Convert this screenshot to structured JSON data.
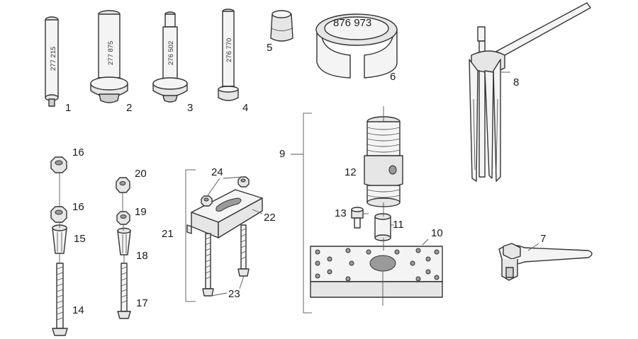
{
  "stamps": {
    "p1": "277 215",
    "p2": "277 875",
    "p3": "276 502",
    "p4": "276 770",
    "p6": "876 973"
  },
  "callouts": {
    "c1": "1",
    "c2": "2",
    "c3": "3",
    "c4": "4",
    "c5": "5",
    "c6": "6",
    "c7": "7",
    "c8": "8",
    "c9": "9",
    "c10": "10",
    "c11": "11",
    "c12": "12",
    "c13": "13",
    "c14": "14",
    "c15": "15",
    "c16a": "16",
    "c16b": "16",
    "c17": "17",
    "c18": "18",
    "c19": "19",
    "c20": "20",
    "c21": "21",
    "c22": "22",
    "c23": "23",
    "c24": "24"
  }
}
